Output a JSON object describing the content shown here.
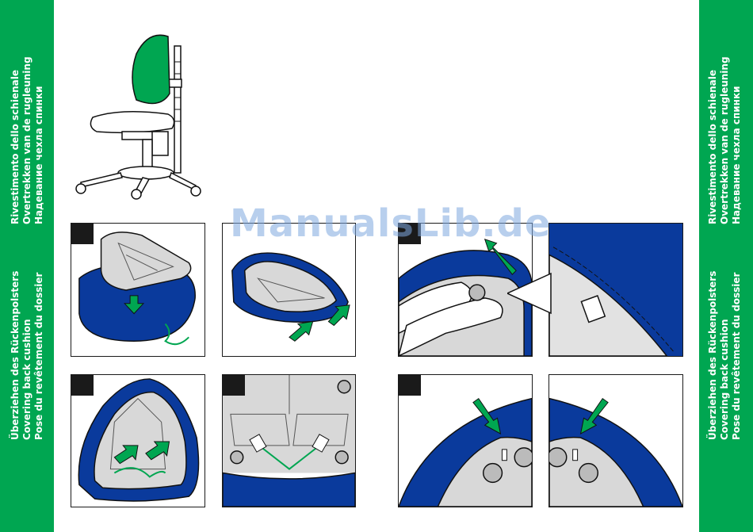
{
  "side_titles": {
    "upper": [
      "Rivestimento dello schienale",
      "Overtrekken van de rugleuning",
      "Надевание чехла спинки"
    ],
    "lower": [
      "Überziehen des Rückenpolsters",
      "Covering back cushion",
      "Pose du revêtement du dossier"
    ]
  },
  "watermark": "ManualsLib.de",
  "colors": {
    "green": "#00a651",
    "blue": "#0a3a9c",
    "grey": "#cfcfcf",
    "black": "#1a1a1a"
  },
  "icons": [
    "chair-illustration",
    "step-1-shell-onto-cushion",
    "step-2-pull-cover",
    "step-3-hand-tuck",
    "step-3-detail-zoom",
    "step-4-hook-cords",
    "step-5-cord-detail",
    "step-6-tab-left",
    "step-6-tab-right"
  ]
}
